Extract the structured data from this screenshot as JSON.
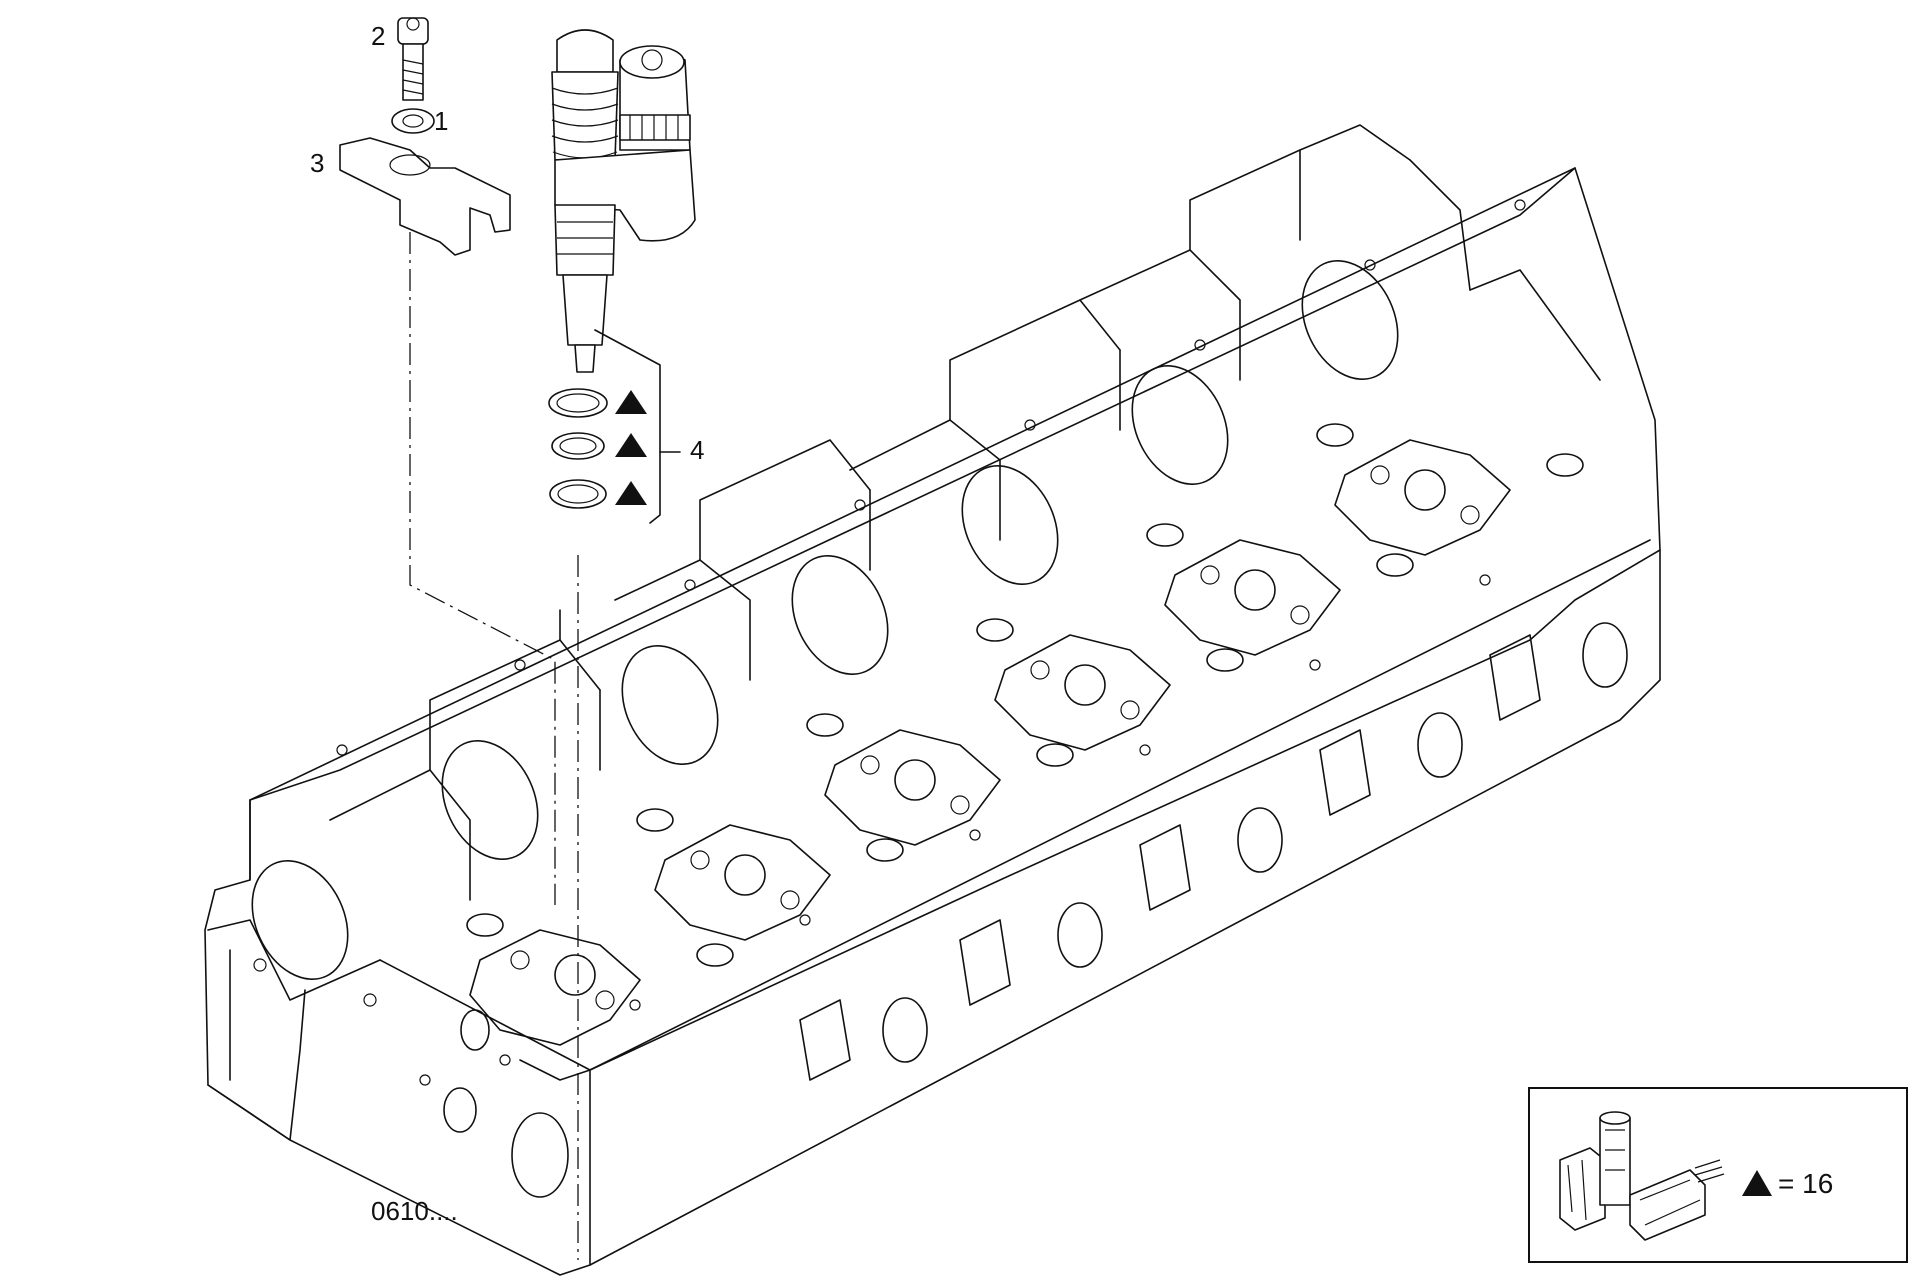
{
  "callouts": {
    "item_1": "1",
    "item_2": "2",
    "item_3": "3",
    "item_4": "4"
  },
  "drawing_code": "0610....",
  "legend": {
    "symbol": "triangle-marker",
    "equals_text": "= 16"
  },
  "colors": {
    "line": "#111111",
    "background": "#ffffff"
  }
}
